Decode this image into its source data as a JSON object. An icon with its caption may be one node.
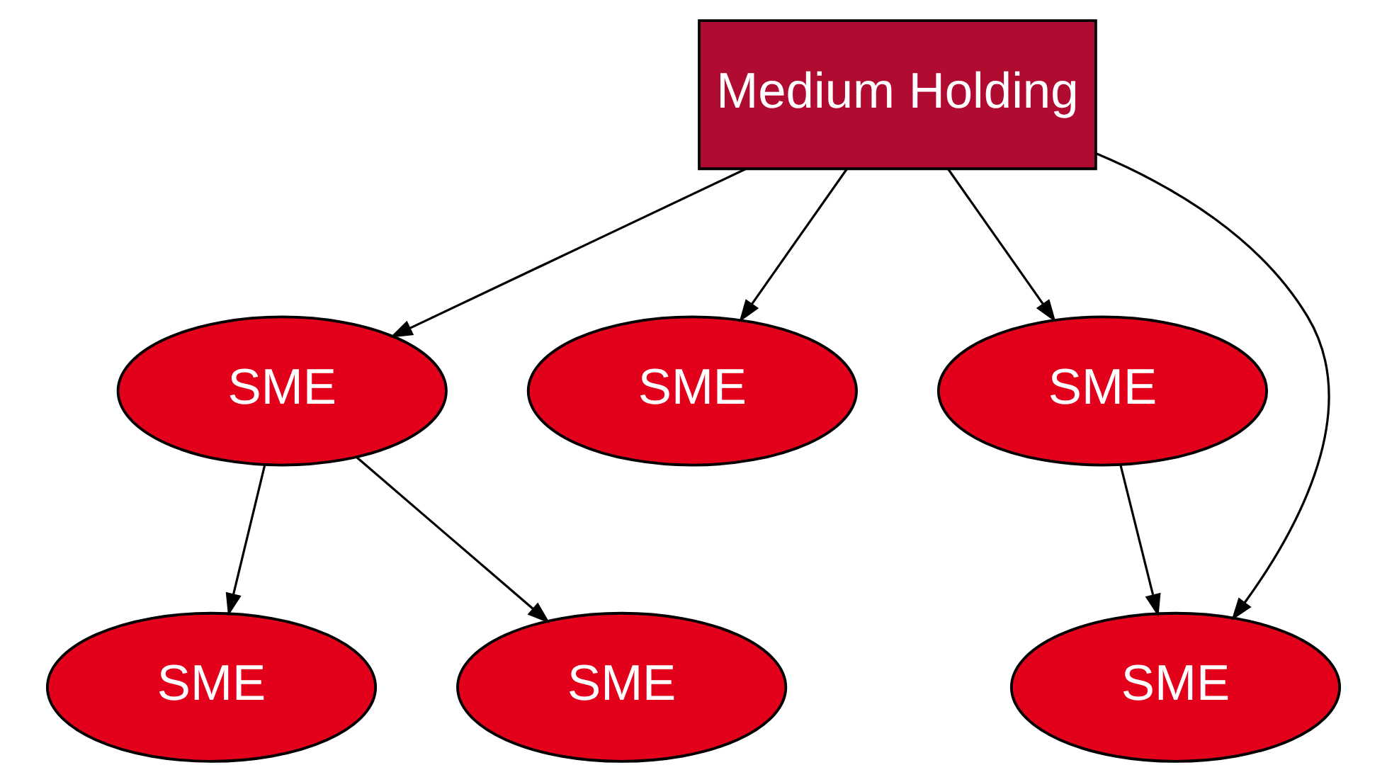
{
  "diagram": {
    "nodes": [
      {
        "text": [
          "Medium Holding"
        ]
      },
      {
        "text": [
          "SME"
        ]
      },
      {
        "text": [
          "SME"
        ]
      },
      {
        "text": [
          "SME"
        ]
      },
      {
        "text": [
          "SME"
        ]
      },
      {
        "text": [
          "SME"
        ]
      },
      {
        "text": [
          "SME"
        ]
      }
    ],
    "edges": [
      {
        "from": 0,
        "to": 1,
        "arrow": "to"
      },
      {
        "from": 0,
        "to": 2,
        "arrow": "to"
      },
      {
        "from": 0,
        "to": 3,
        "arrow": "to"
      },
      {
        "from": 1,
        "to": 4,
        "arrow": "to"
      },
      {
        "from": 1,
        "to": 5,
        "arrow": "to"
      },
      {
        "from": 3,
        "to": 6,
        "arrow": "to"
      },
      {
        "from": 0,
        "to": 6,
        "arrow": "to"
      }
    ]
  }
}
